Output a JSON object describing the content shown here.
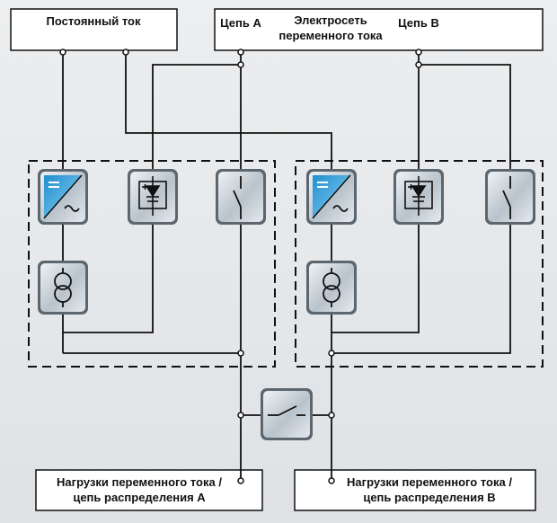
{
  "labels": {
    "dc": "Постоянный ток",
    "circuit_a": "Цепь А",
    "circuit_b": "Цепь В",
    "ac_grid_line1": "Электросеть",
    "ac_grid_line2": "переменного тока",
    "load_a_line1": "Нагрузки переменного тока /",
    "load_a_line2": "цепь распределения А",
    "load_b_line1": "Нагрузки переменного тока /",
    "load_b_line2": "цепь распределения В"
  },
  "icons": {
    "inverter": "inverter-icon",
    "rectifier": "rectifier-icon",
    "switch": "bypass-switch-icon",
    "transformer": "transformer-icon",
    "tie_switch": "tie-switch-icon"
  },
  "colors": {
    "line": "#111111",
    "module_fill": "#c3ccd3",
    "inverter_accent": "#2a9fd8"
  }
}
